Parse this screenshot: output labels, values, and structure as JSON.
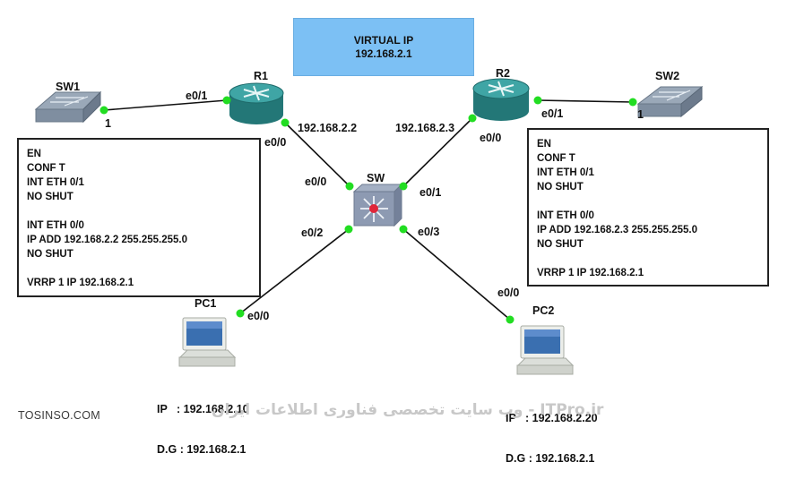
{
  "virtual_ip": {
    "line1": "VIRTUAL IP",
    "line2": "192.168.2.1"
  },
  "devices": {
    "sw1": "SW1",
    "sw2": "SW2",
    "r1": "R1",
    "r2": "R2",
    "sw": "SW",
    "pc1": "PC1",
    "pc2": "PC2"
  },
  "ports": {
    "r1_e01": "e0/1",
    "sw1_1": "1",
    "r1_e00": "e0/0",
    "r1_ip": "192.168.2.2",
    "r2_ip": "192.168.2.3",
    "r2_e00": "e0/0",
    "r2_e01": "e0/1",
    "sw2_1": "1",
    "sw_e00": "e0/0",
    "sw_e01": "e0/1",
    "sw_e02": "e0/2",
    "sw_e03": "e0/3",
    "pc1_e00": "e0/0",
    "pc2_e00": "e0/0"
  },
  "r1_config": [
    "EN",
    "CONF T",
    "INT ETH 0/1",
    "NO SHUT",
    "",
    "INT ETH 0/0",
    "IP ADD 192.168.2.2 255.255.255.0",
    "NO SHUT",
    "",
    "VRRP 1 IP 192.168.2.1"
  ],
  "r2_config": [
    "EN",
    "CONF T",
    "INT ETH 0/1",
    "NO SHUT",
    "",
    "INT ETH 0/0",
    "IP ADD 192.168.2.3 255.255.255.0",
    "NO SHUT",
    "",
    "VRRP 1 IP 192.168.2.1"
  ],
  "pc1_info": {
    "ip": "IP   : 192.168.2.10",
    "dg": "D.G : 192.168.2.1"
  },
  "pc2_info": {
    "ip": "IP   : 192.168.2.20",
    "dg": "D.G : 192.168.2.1"
  },
  "watermark": {
    "left": "TOSINSO.COM",
    "right": "ITPro.ir - وب سایت تخصصی فناوری اطلاعات ایران"
  },
  "colors": {
    "link": "#111111",
    "port_dot": "#22dd22",
    "router": "#2e8b8b",
    "virtual_box": "#7cc0f4"
  }
}
